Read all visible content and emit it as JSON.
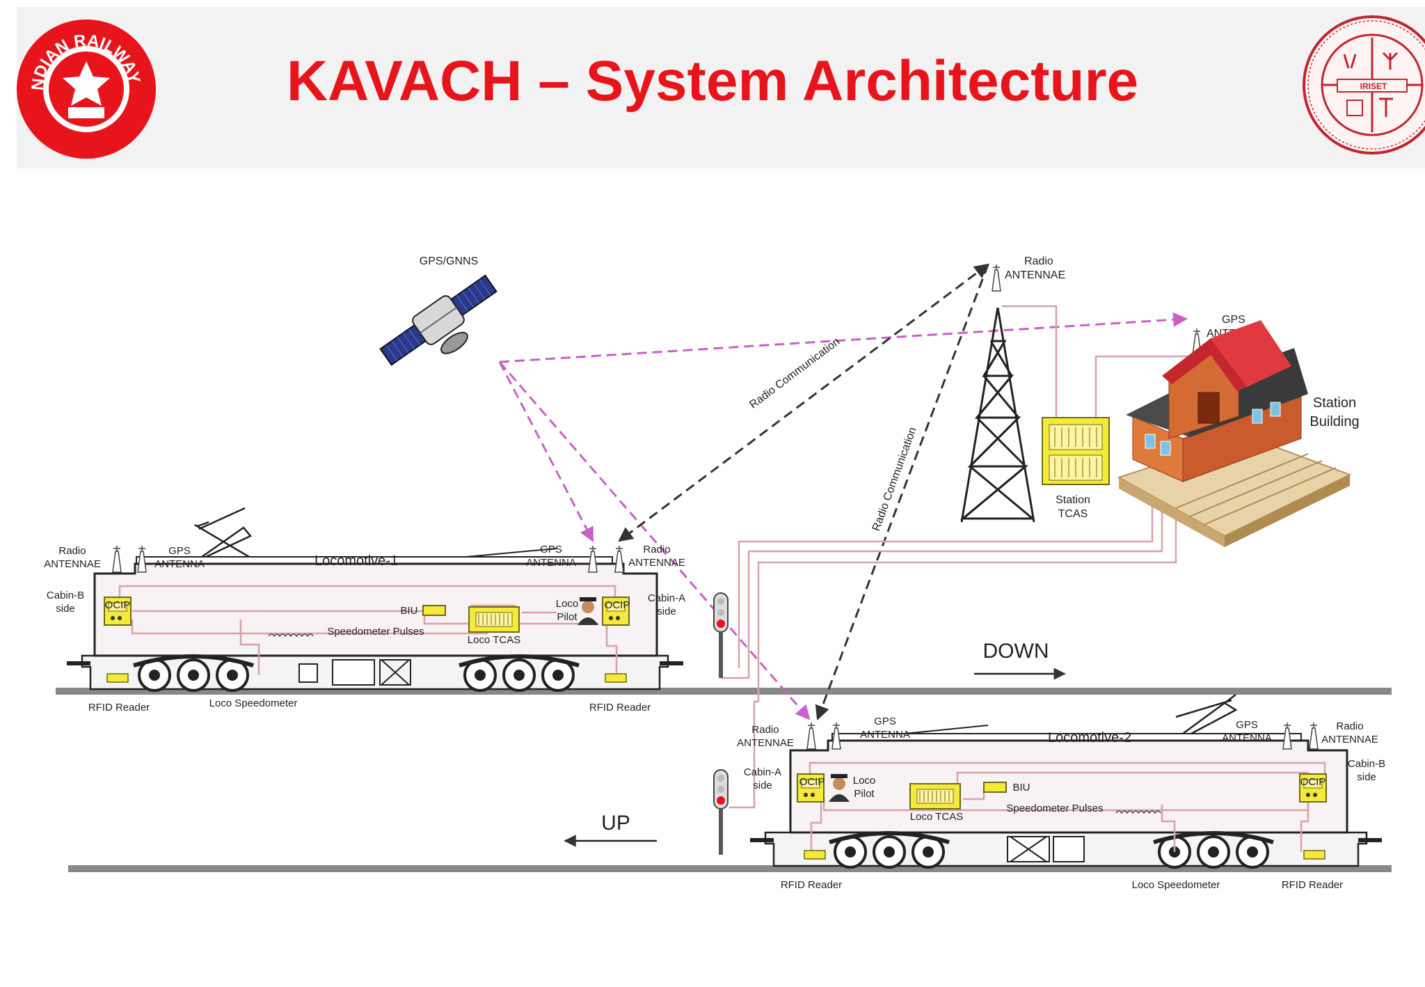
{
  "slide": {
    "title": "KAVACH – System Architecture",
    "title_color": "#e8141b",
    "header_bg": "#f2f2f2"
  },
  "logos": {
    "left": {
      "icon": "indian-railways-logo",
      "text": "INDIAN RAILWAYS",
      "color": "#e8141b"
    },
    "right": {
      "icon": "iriset-logo",
      "text": "IRISET",
      "color": "#c0262d"
    }
  },
  "diagram": {
    "gps_gnns": "GPS/GNNS",
    "tower_radio_antennae": [
      "Radio",
      "ANTENNAE"
    ],
    "station_gps_antenna": [
      "GPS",
      "ANTENNA"
    ],
    "station_building": [
      "Station",
      "Building"
    ],
    "station_tcas": [
      "Station",
      "TCAS"
    ],
    "radio_communication_1": "Radio Communication",
    "radio_communication_2": "Radio Communication",
    "direction_down": "DOWN",
    "direction_up": "UP",
    "loco1": {
      "name": "Locomotive-1",
      "radio_antennae_left": [
        "Radio",
        "ANTENNAE"
      ],
      "gps_antenna_left": [
        "GPS",
        "ANTENNA"
      ],
      "gps_antenna_right": [
        "GPS",
        "ANTENNA"
      ],
      "radio_antennae_right": [
        "Radio",
        "ANTENNAE"
      ],
      "cabin_b": [
        "Cabin-B",
        "side"
      ],
      "cabin_a": [
        "Cabin-A",
        "side"
      ],
      "ocip_left": "OCIP",
      "ocip_right": "OCIP",
      "biu": "BIU",
      "loco_pilot": [
        "Loco",
        "Pilot"
      ],
      "speedometer_pulses": "Speedometer Pulses",
      "loco_tcas": "Loco TCAS",
      "rfid_left": "RFID Reader",
      "loco_speedometer": "Loco Speedometer",
      "rfid_right": "RFID Reader"
    },
    "loco2": {
      "name": "Locomotive-2",
      "radio_antennae_left": [
        "Radio",
        "ANTENNAE"
      ],
      "gps_antenna_left": [
        "GPS",
        "ANTENNA"
      ],
      "gps_antenna_right": [
        "GPS",
        "ANTENNA"
      ],
      "radio_antennae_right": [
        "Radio",
        "ANTENNAE"
      ],
      "cabin_a": [
        "Cabin-A",
        "side"
      ],
      "cabin_b": [
        "Cabin-B",
        "side"
      ],
      "ocip_left": "OCIP",
      "ocip_right": "OCIP",
      "biu": "BIU",
      "loco_pilot": [
        "Loco",
        "Pilot"
      ],
      "speedometer_pulses": "Speedometer Pulses",
      "loco_tcas": "Loco TCAS",
      "rfid_left": "RFID Reader",
      "loco_speedometer": "Loco Speedometer",
      "rfid_right": "RFID Reader"
    },
    "colors": {
      "gps_link": "#c95fc9",
      "radio_link": "#333333",
      "wiring": "#d9a0a8",
      "equipment": "#f5e93a",
      "equipment_border": "#6a6a1a",
      "track": "#888888"
    }
  }
}
